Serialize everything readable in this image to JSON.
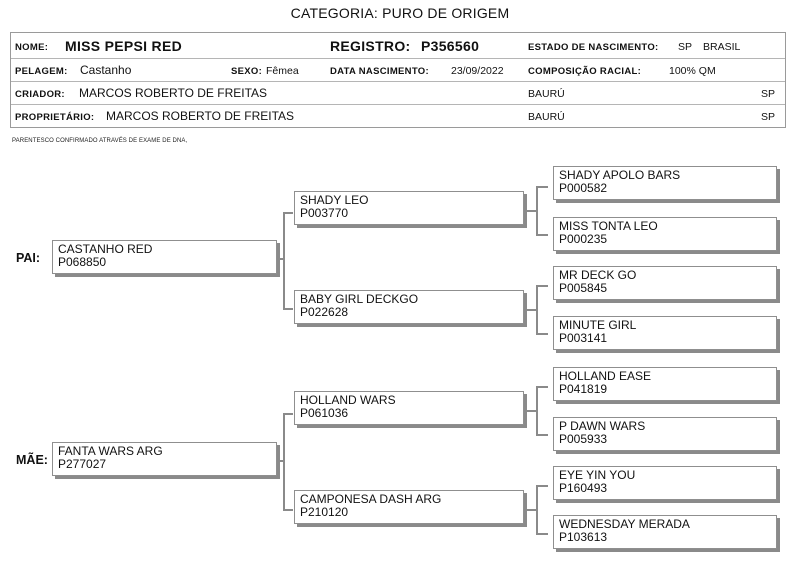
{
  "category": "CATEGORIA: PURO DE ORIGEM",
  "header": {
    "nome_label": "NOME:",
    "nome": "MISS PEPSI RED",
    "registro_label": "REGISTRO:",
    "registro": "P356560",
    "estado_label": "ESTADO DE NASCIMENTO:",
    "estado": "SP",
    "pais": "BRASIL",
    "pelagem_label": "PELAGEM:",
    "pelagem": "Castanho",
    "sexo_label": "SEXO:",
    "sexo": "Fêmea",
    "data_label": "DATA NASCIMENTO:",
    "data": "23/09/2022",
    "composicao_label": "COMPOSIÇÃO RACIAL:",
    "composicao": "100% QM",
    "criador_label": "CRIADOR:",
    "criador": "MARCOS ROBERTO DE FREITAS",
    "criador_cidade": "BAURÚ",
    "criador_uf": "SP",
    "proprietario_label": "PROPRIETÁRIO:",
    "proprietario": "MARCOS ROBERTO DE FREITAS",
    "proprietario_cidade": "BAURÚ",
    "proprietario_uf": "SP"
  },
  "note": "PARENTESCO CONFIRMADO ATRAVÉS DE EXAME DE DNA,",
  "pedigree": {
    "pai_label": "PAI:",
    "mae_label": "MÃE:",
    "pai": {
      "name": "CASTANHO RED",
      "reg": "P068850"
    },
    "mae": {
      "name": "FANTA WARS ARG",
      "reg": "P277027"
    },
    "gen2": [
      {
        "name": "SHADY LEO",
        "reg": "P003770"
      },
      {
        "name": "BABY GIRL DECKGO",
        "reg": "P022628"
      },
      {
        "name": "HOLLAND WARS",
        "reg": "P061036"
      },
      {
        "name": "CAMPONESA DASH ARG",
        "reg": "P210120"
      }
    ],
    "gen3": [
      {
        "name": "SHADY APOLO BARS",
        "reg": "P000582"
      },
      {
        "name": "MISS TONTA LEO",
        "reg": "P000235"
      },
      {
        "name": "MR DECK GO",
        "reg": "P005845"
      },
      {
        "name": "MINUTE GIRL",
        "reg": "P003141"
      },
      {
        "name": "HOLLAND EASE",
        "reg": "P041819"
      },
      {
        "name": "P DAWN WARS",
        "reg": "P005933"
      },
      {
        "name": "EYE YIN YOU",
        "reg": "P160493"
      },
      {
        "name": "WEDNESDAY MERADA",
        "reg": "P103613"
      }
    ]
  }
}
